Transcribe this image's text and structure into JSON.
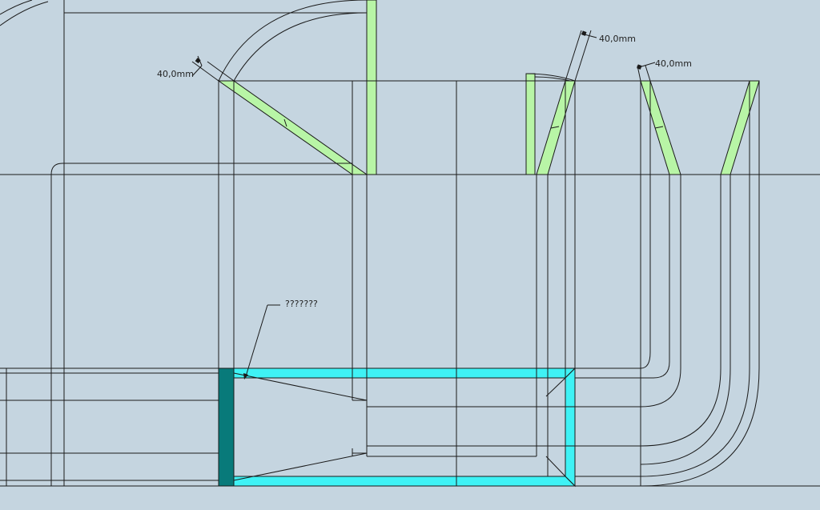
{
  "colors": {
    "background": "#c5d5e0",
    "line": "#1a1a1a",
    "highlight_green": "#b8f5a6",
    "highlight_cyan": "#3ff2f5",
    "highlight_teal": "#087a7a"
  },
  "dimensions": [
    {
      "id": "dim-1",
      "text": "40,0mm"
    },
    {
      "id": "dim-2",
      "text": "40,0mm"
    },
    {
      "id": "dim-3",
      "text": "40,0mm"
    }
  ],
  "annotation": {
    "text": "???????"
  }
}
